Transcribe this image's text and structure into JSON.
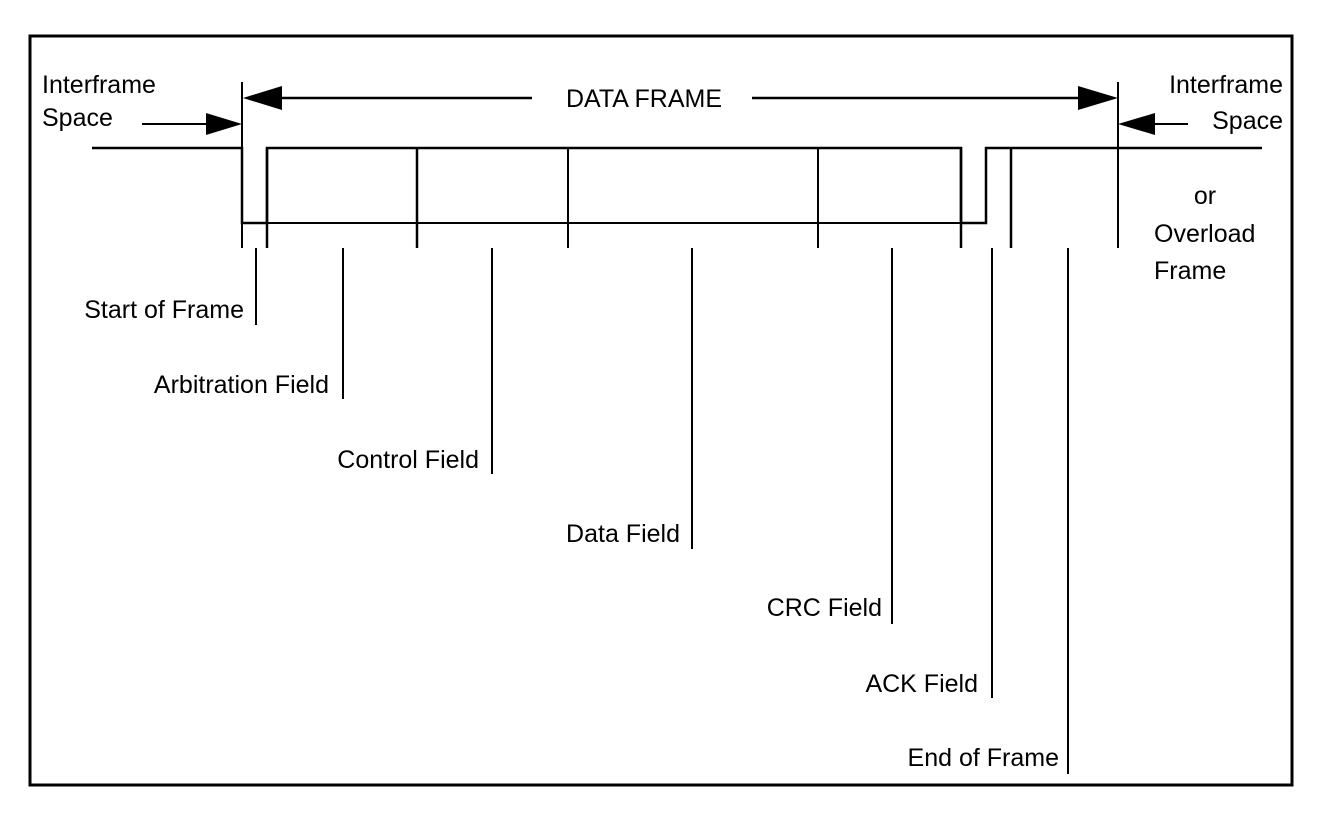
{
  "frame_title": "DATA FRAME",
  "interframe_left": [
    "Interframe",
    "Space"
  ],
  "interframe_right": [
    "Interframe",
    "Space"
  ],
  "or_overload": [
    "or",
    "Overload",
    "Frame"
  ],
  "fields": {
    "start_of_frame": "Start of Frame",
    "arbitration": "Arbitration Field",
    "control": "Control Field",
    "data": "Data Field",
    "crc": "CRC Field",
    "ack": "ACK Field",
    "end_of_frame": "End of Frame"
  },
  "colors": {
    "line": "#000000",
    "background": "#ffffff"
  }
}
